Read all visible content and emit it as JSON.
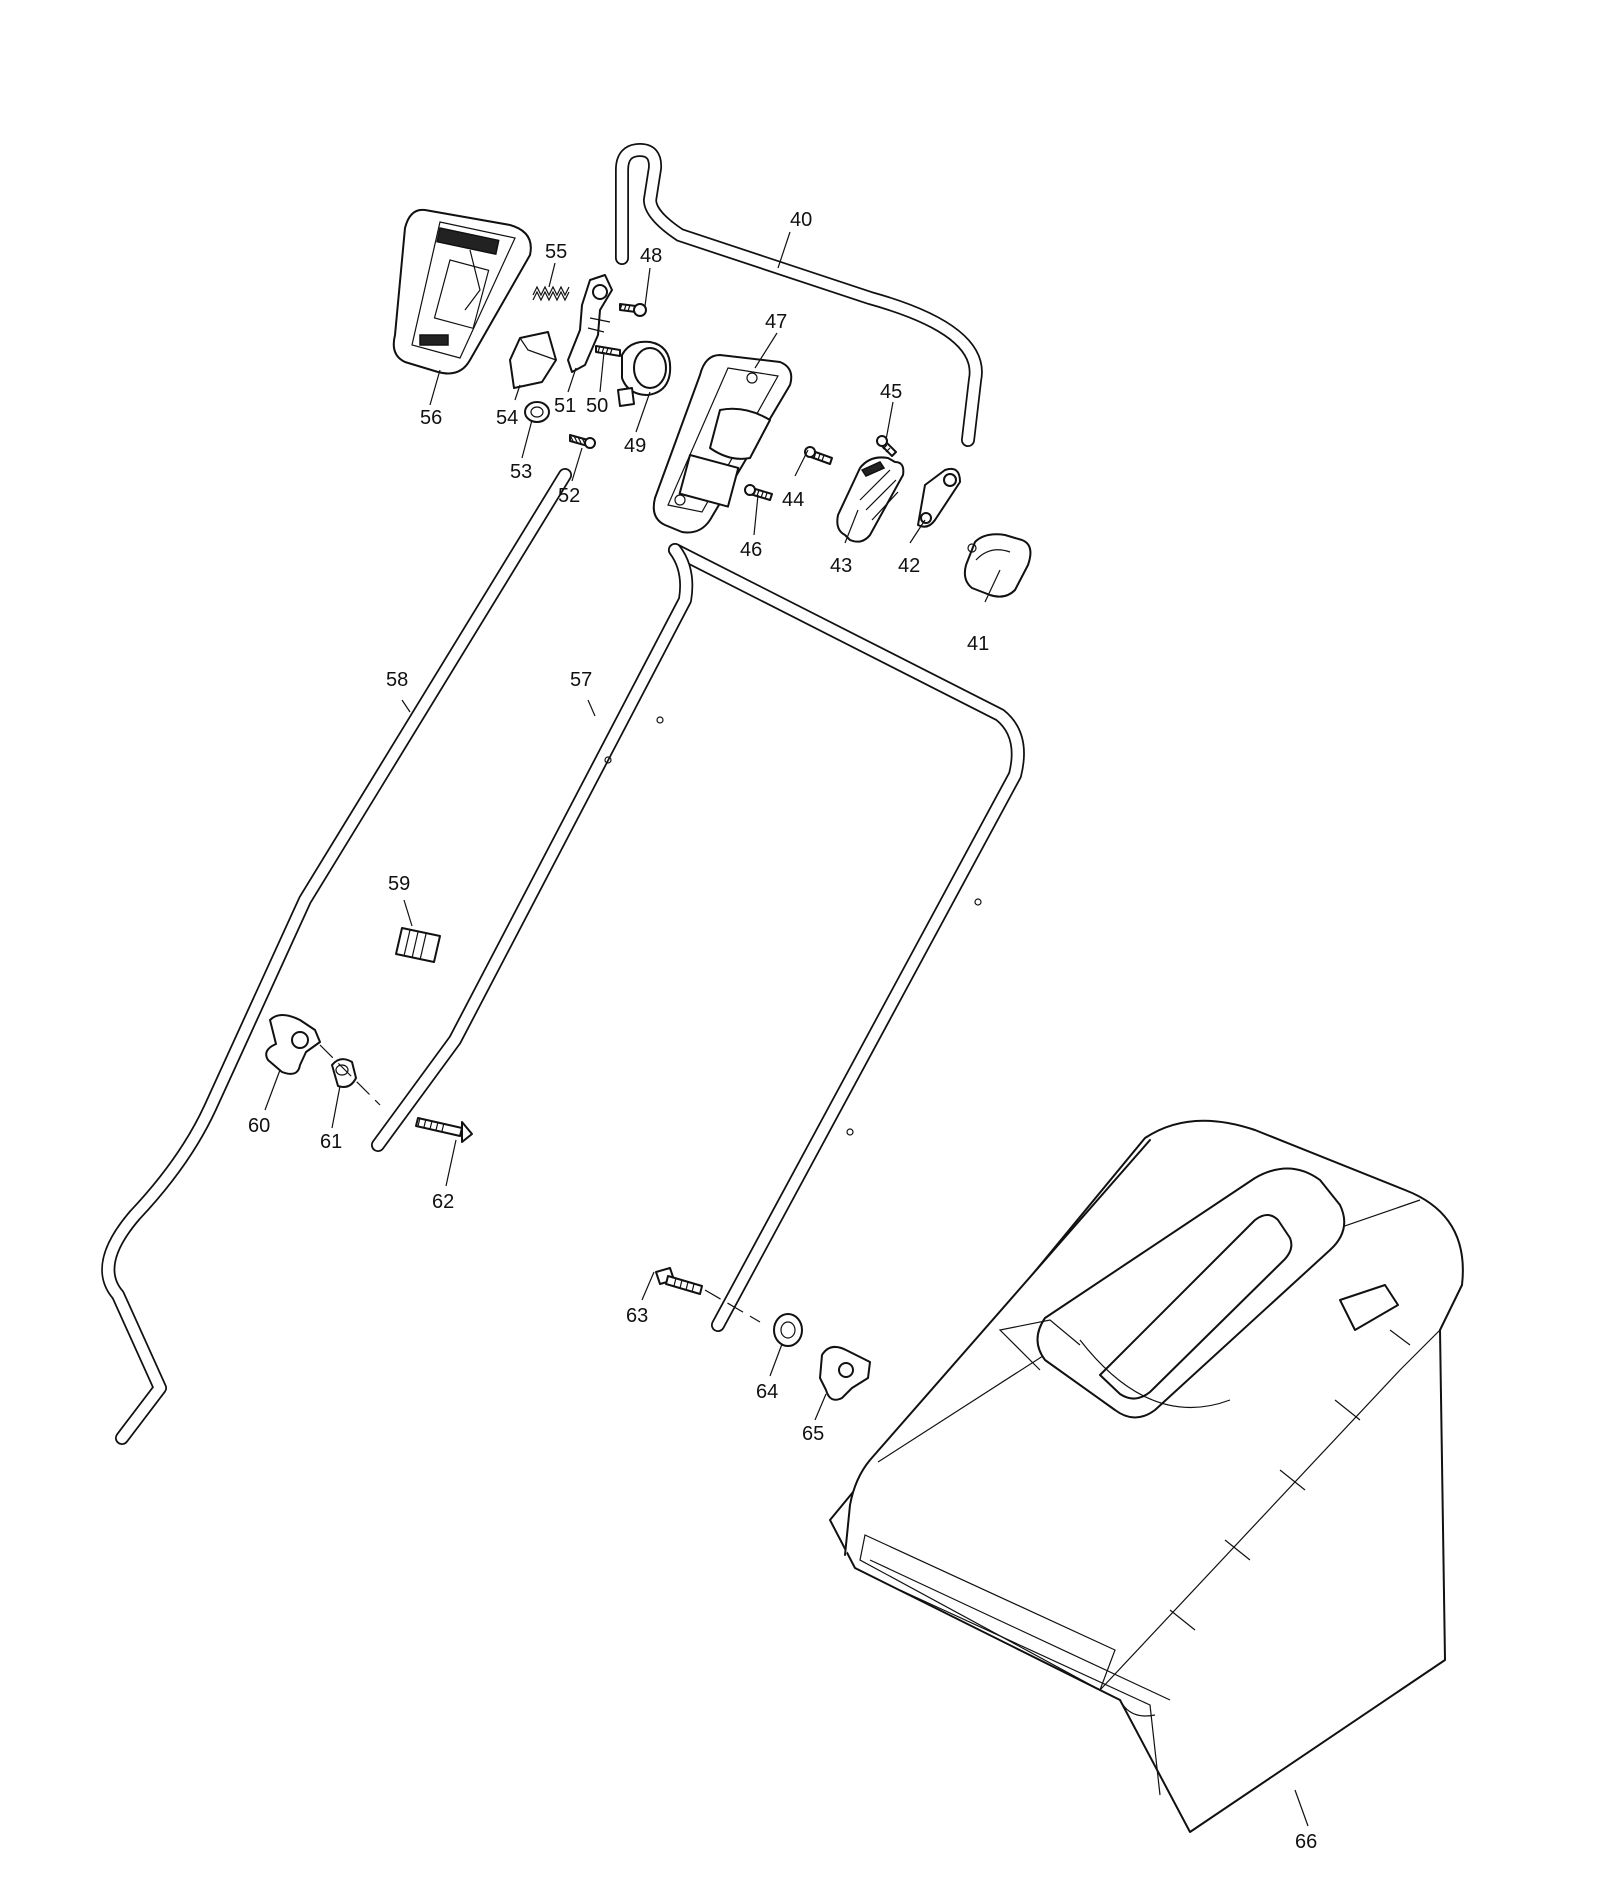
{
  "callouts": [
    {
      "id": "p40",
      "text": "40"
    },
    {
      "id": "p41",
      "text": "41"
    },
    {
      "id": "p42",
      "text": "42"
    },
    {
      "id": "p43",
      "text": "43"
    },
    {
      "id": "p44",
      "text": "44"
    },
    {
      "id": "p45",
      "text": "45"
    },
    {
      "id": "p46",
      "text": "46"
    },
    {
      "id": "p47",
      "text": "47"
    },
    {
      "id": "p48",
      "text": "48"
    },
    {
      "id": "p49",
      "text": "49"
    },
    {
      "id": "p50",
      "text": "50"
    },
    {
      "id": "p51",
      "text": "51"
    },
    {
      "id": "p52",
      "text": "52"
    },
    {
      "id": "p53",
      "text": "53"
    },
    {
      "id": "p54",
      "text": "54"
    },
    {
      "id": "p55",
      "text": "55"
    },
    {
      "id": "p56",
      "text": "56"
    },
    {
      "id": "p57",
      "text": "57"
    },
    {
      "id": "p58",
      "text": "58"
    },
    {
      "id": "p59",
      "text": "59"
    },
    {
      "id": "p60",
      "text": "60"
    },
    {
      "id": "p61",
      "text": "61"
    },
    {
      "id": "p62",
      "text": "62"
    },
    {
      "id": "p63",
      "text": "63"
    },
    {
      "id": "p64",
      "text": "64"
    },
    {
      "id": "p65",
      "text": "65"
    },
    {
      "id": "p66",
      "text": "66"
    }
  ]
}
